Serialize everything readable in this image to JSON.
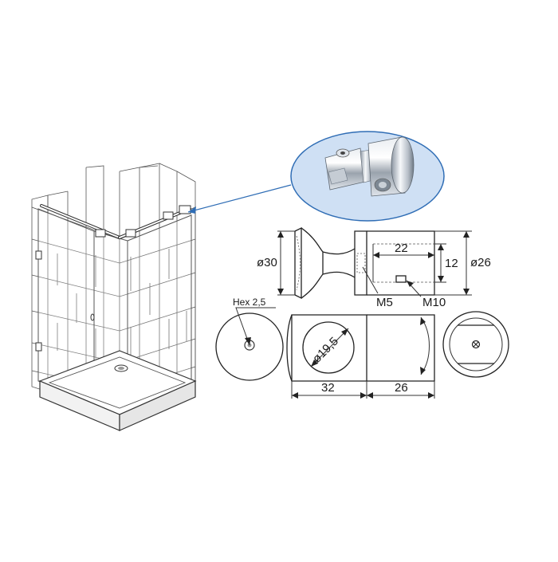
{
  "colors": {
    "line": "#222222",
    "callout_fill": "#cfe0f4",
    "callout_stroke": "#2f6db5",
    "leader": "#2f6db5",
    "chrome_light": "#f2f4f6",
    "chrome_dark": "#6b7684"
  },
  "dimensions": {
    "length_22": "22",
    "height_12": "12",
    "diameter_26": "ø26",
    "diameter_30": "ø30",
    "thread_m5": "M5",
    "thread_m10": "M10",
    "hex": "Hex 2,5",
    "bore": "ø19,5",
    "length_32": "32",
    "length_26": "26"
  },
  "icons": {
    "shower": "shower-enclosure-illustration",
    "callout": "product-photo-callout",
    "rotation": "rotation-arrow-icon",
    "screw": "screw-cross-icon"
  }
}
